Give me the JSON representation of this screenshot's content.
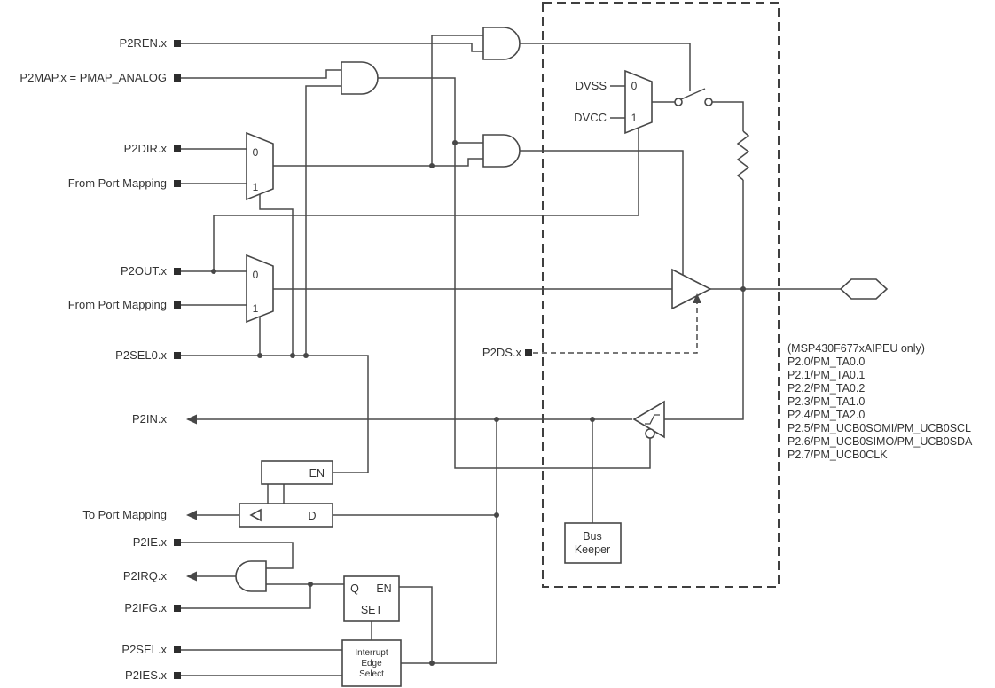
{
  "signals": {
    "p2ren": "P2REN.x",
    "p2map": "P2MAP.x = PMAP_ANALOG",
    "p2dir": "P2DIR.x",
    "from_port_mapping_top": "From Port Mapping",
    "p2out": "P2OUT.x",
    "from_port_mapping_bottom": "From Port Mapping",
    "p2sel0": "P2SEL0.x",
    "p2in": "P2IN.x",
    "to_port_mapping": "To Port Mapping",
    "p2ie": "P2IE.x",
    "p2irq": "P2IRQ.x",
    "p2ifg": "P2IFG.x",
    "p2sel": "P2SEL.x",
    "p2ies": "P2IES.x",
    "p2ds": "P2DS.x",
    "dvss": "DVSS",
    "dvcc": "DVCC"
  },
  "mux": {
    "zero": "0",
    "one": "1"
  },
  "latch": {
    "en": "EN",
    "d": "D"
  },
  "interrupt_flag": {
    "q": "Q",
    "en": "EN",
    "set": "SET"
  },
  "edge_select": {
    "line1": "Interrupt",
    "line2": "Edge",
    "line3": "Select"
  },
  "bus_keeper": {
    "line1": "Bus",
    "line2": "Keeper"
  },
  "pin_note": {
    "header": "(MSP430F677xAIPEU only)",
    "pins": [
      "P2.0/PM_TA0.0",
      "P2.1/PM_TA0.1",
      "P2.2/PM_TA0.2",
      "P2.3/PM_TA1.0",
      "P2.4/PM_TA2.0",
      "P2.5/PM_UCB0SOMI/PM_UCB0SCL",
      "P2.6/PM_UCB0SIMO/PM_UCB0SDA",
      "P2.7/PM_UCB0CLK"
    ]
  },
  "colors": {
    "line": "#4a4a4a",
    "text": "#333333",
    "background": "#ffffff"
  }
}
